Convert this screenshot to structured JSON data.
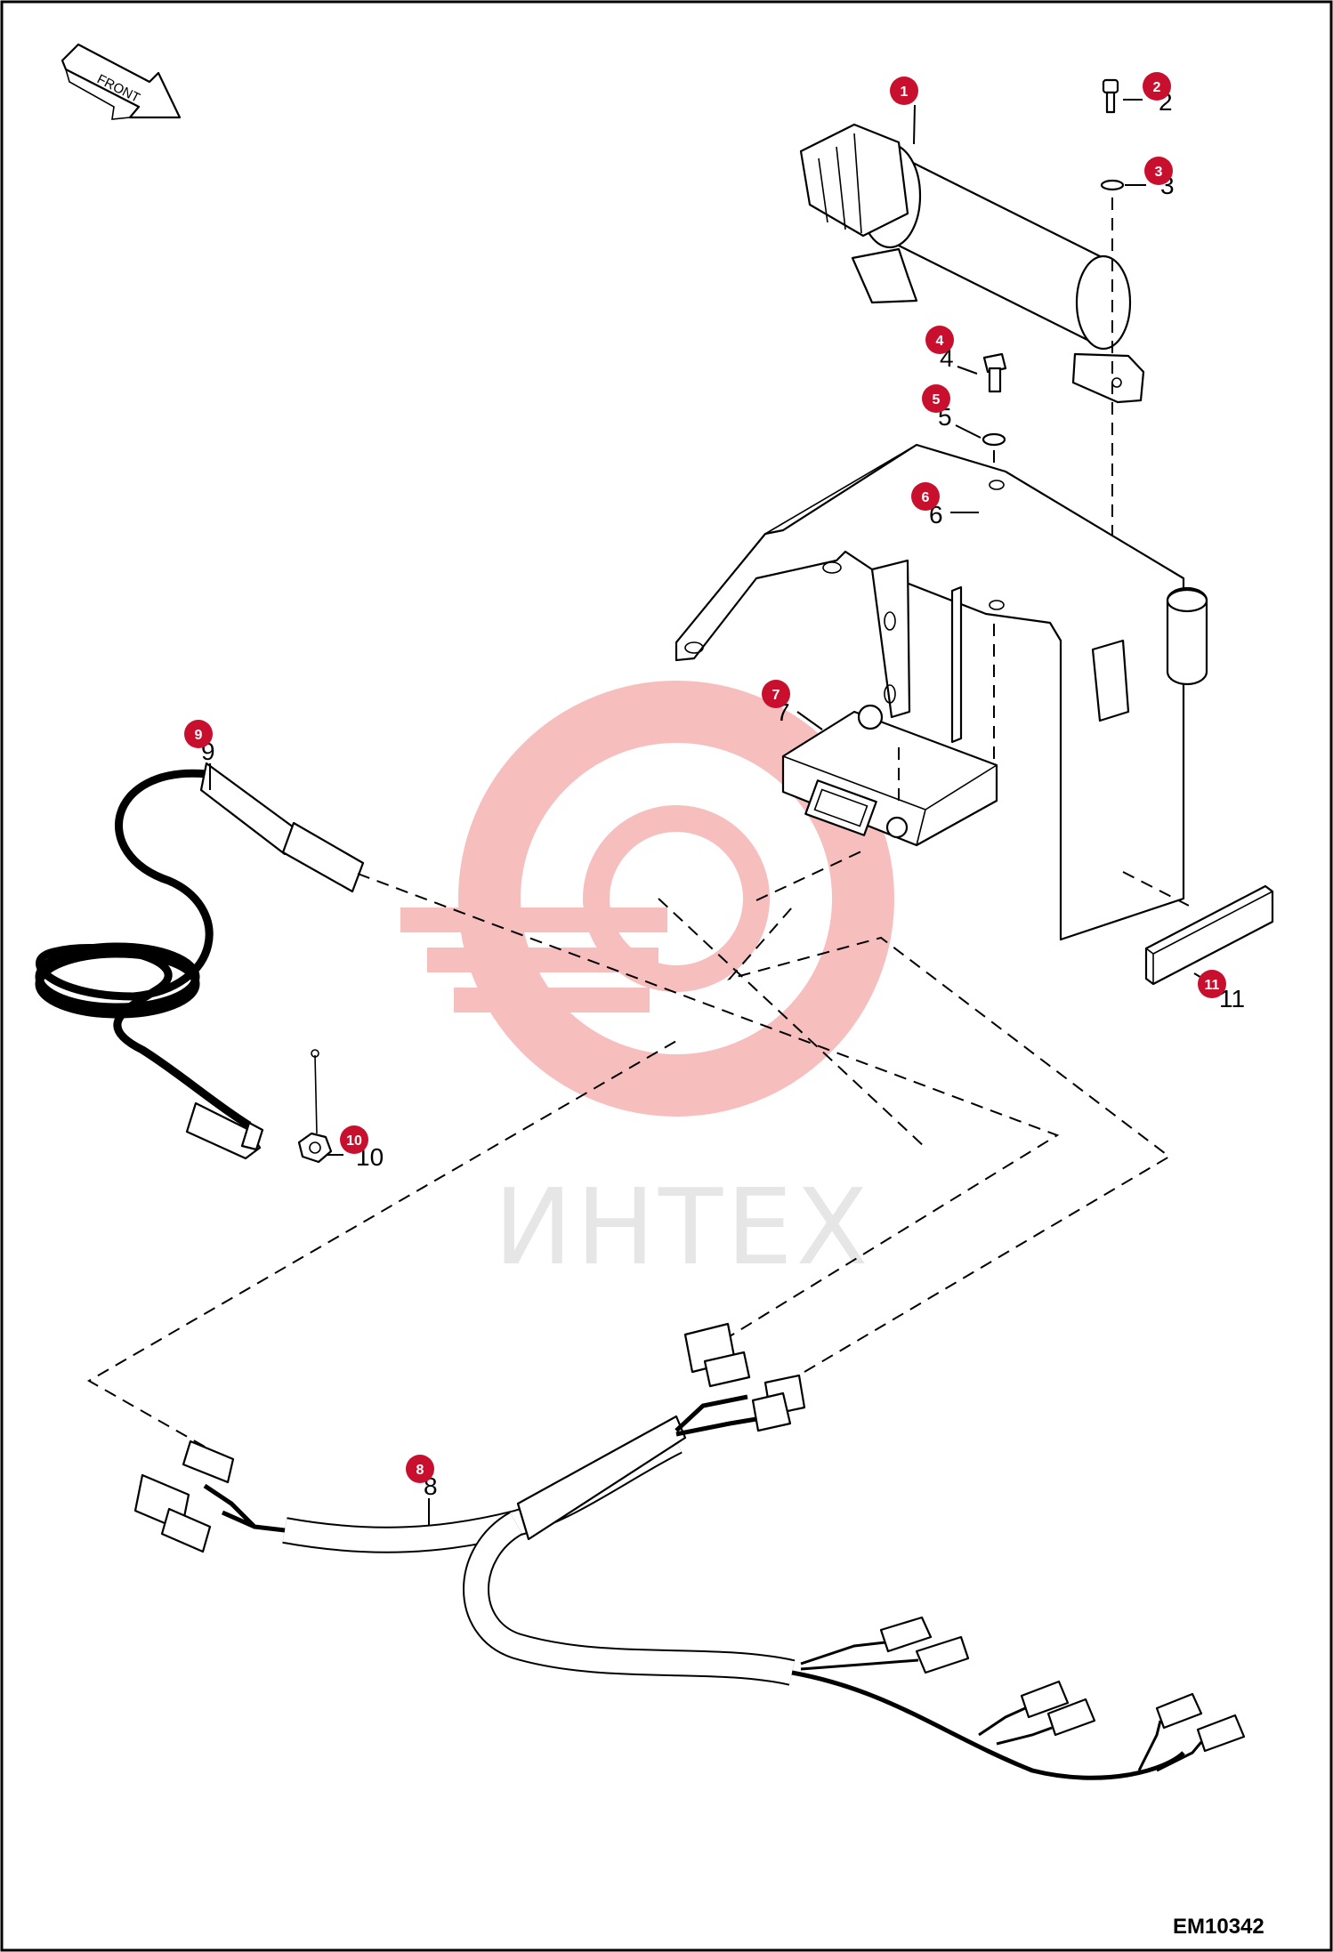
{
  "diagram": {
    "drawing_code": "EM10342",
    "front_arrow_text": "FRONT",
    "watermark": {
      "text": "ИНТЕХ",
      "color": "#f28a8a",
      "text_color": "#d2d2d2"
    },
    "callout_color": "#c8102e",
    "callouts": [
      {
        "number": "1",
        "plain": ""
      },
      {
        "number": "2",
        "plain": "2"
      },
      {
        "number": "3",
        "plain": "3"
      },
      {
        "number": "4",
        "plain": "4"
      },
      {
        "number": "5",
        "plain": "5"
      },
      {
        "number": "6",
        "plain": "6"
      },
      {
        "number": "7",
        "plain": "7"
      },
      {
        "number": "8",
        "plain": "8"
      },
      {
        "number": "9",
        "plain": "9"
      },
      {
        "number": "10",
        "plain": "10"
      },
      {
        "number": "11",
        "plain": "11"
      }
    ]
  }
}
